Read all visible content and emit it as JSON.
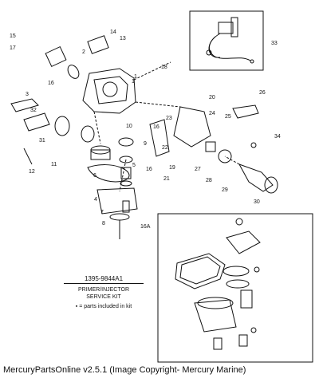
{
  "kit": {
    "part_number": "1395-9844A1",
    "title_line1": "PRIMER/INJECTOR",
    "title_line2": "SERVICE KIT",
    "note": "▪ = parts included in kit"
  },
  "footer": "MercuryPartsOnline v2.5.1 (Image Copyright- Mercury Marine)",
  "callouts": [
    "1",
    "2",
    "3",
    "4",
    "5",
    "6",
    "7",
    "8",
    "9",
    "10",
    "11",
    "12",
    "13",
    "14",
    "15",
    "16",
    "16A",
    "17",
    "18",
    "19",
    "20",
    "21",
    "22",
    "23",
    "24",
    "25",
    "26",
    "27",
    "28",
    "29",
    "30",
    "31",
    "32",
    "33",
    "34"
  ],
  "colors": {
    "ink": "#111111",
    "background": "#ffffff"
  }
}
